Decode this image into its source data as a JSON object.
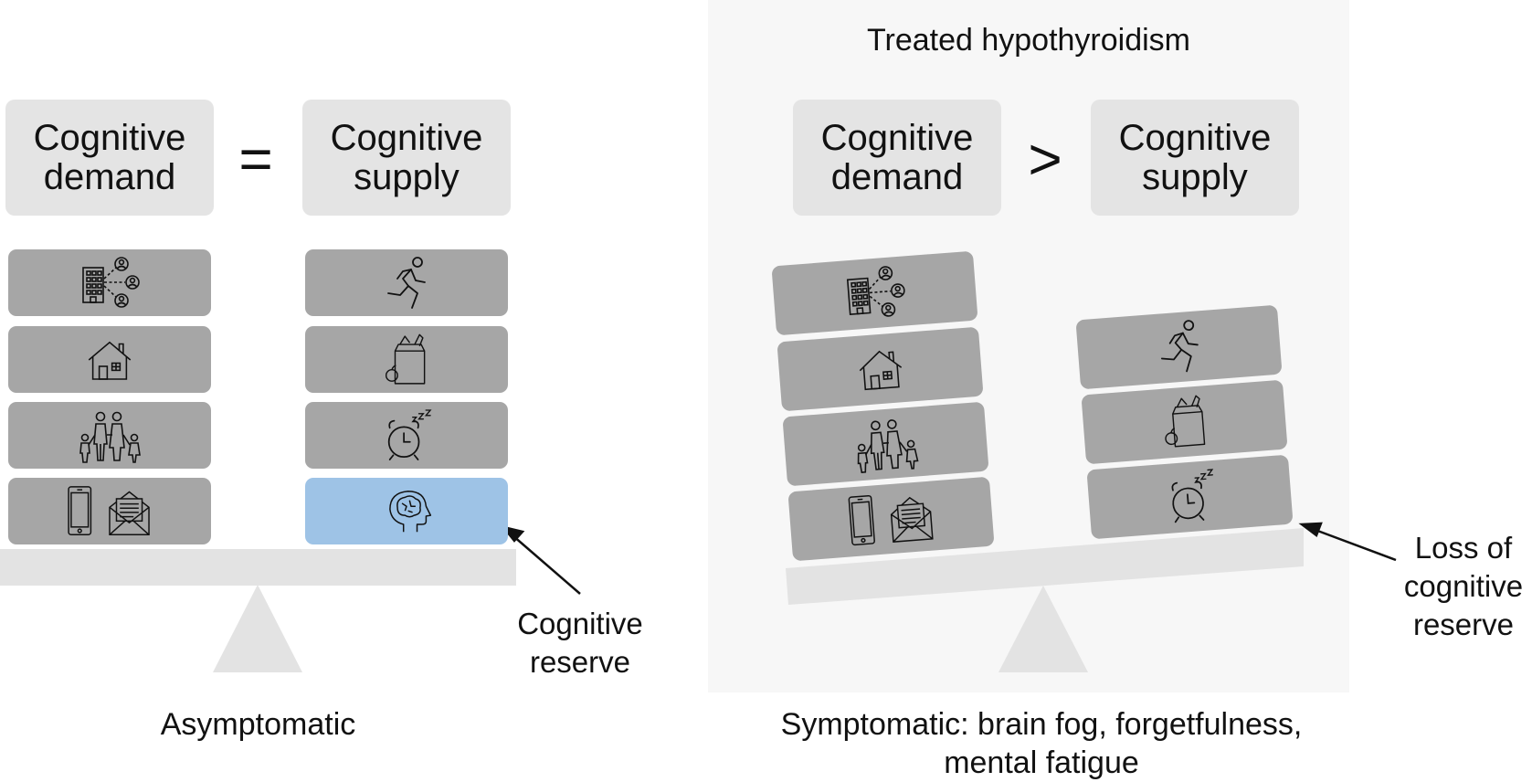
{
  "left_panel": {
    "demand_label": [
      "Cognitive",
      "demand"
    ],
    "operator": "=",
    "supply_label": [
      "Cognitive",
      "supply"
    ],
    "demand_blocks": [
      "work-network-icon",
      "house-icon",
      "family-icon",
      "phone-mail-icon"
    ],
    "supply_blocks": [
      "running-icon",
      "groceries-icon",
      "alarm-clock-icon"
    ],
    "reserve_block": "brain-head-icon",
    "annotation": [
      "Cognitive",
      "reserve"
    ],
    "caption": "Asymptomatic"
  },
  "right_panel": {
    "title": "Treated hypothyroidism",
    "demand_label": [
      "Cognitive",
      "demand"
    ],
    "operator": ">",
    "supply_label": [
      "Cognitive",
      "supply"
    ],
    "demand_blocks": [
      "work-network-icon",
      "house-icon",
      "family-icon",
      "phone-mail-icon"
    ],
    "supply_blocks": [
      "running-icon",
      "groceries-icon",
      "alarm-clock-icon"
    ],
    "annotation": [
      "Loss of",
      "cognitive",
      "reserve"
    ],
    "caption": [
      "Symptomatic: brain fog, forgetfulness,",
      "mental fatigue"
    ]
  },
  "colors": {
    "block": "#a6a6a6",
    "reserve_block": "#9ec3e6",
    "label_box": "#e4e4e4",
    "beam": "#e3e3e3",
    "panel_bg": "#f7f7f7"
  }
}
